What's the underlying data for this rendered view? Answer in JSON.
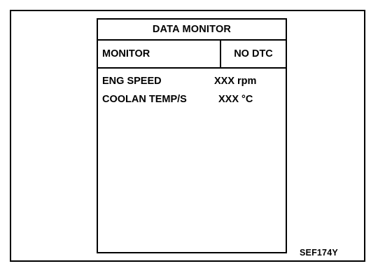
{
  "screen": {
    "title": "DATA MONITOR",
    "header": {
      "left": "MONITOR",
      "right": "NO DTC"
    },
    "items": [
      {
        "label": "ENG SPEED",
        "value": "XXX rpm"
      },
      {
        "label": "COOLAN TEMP/S",
        "value": "XXX °C"
      }
    ]
  },
  "figure_code": "SEF174Y"
}
